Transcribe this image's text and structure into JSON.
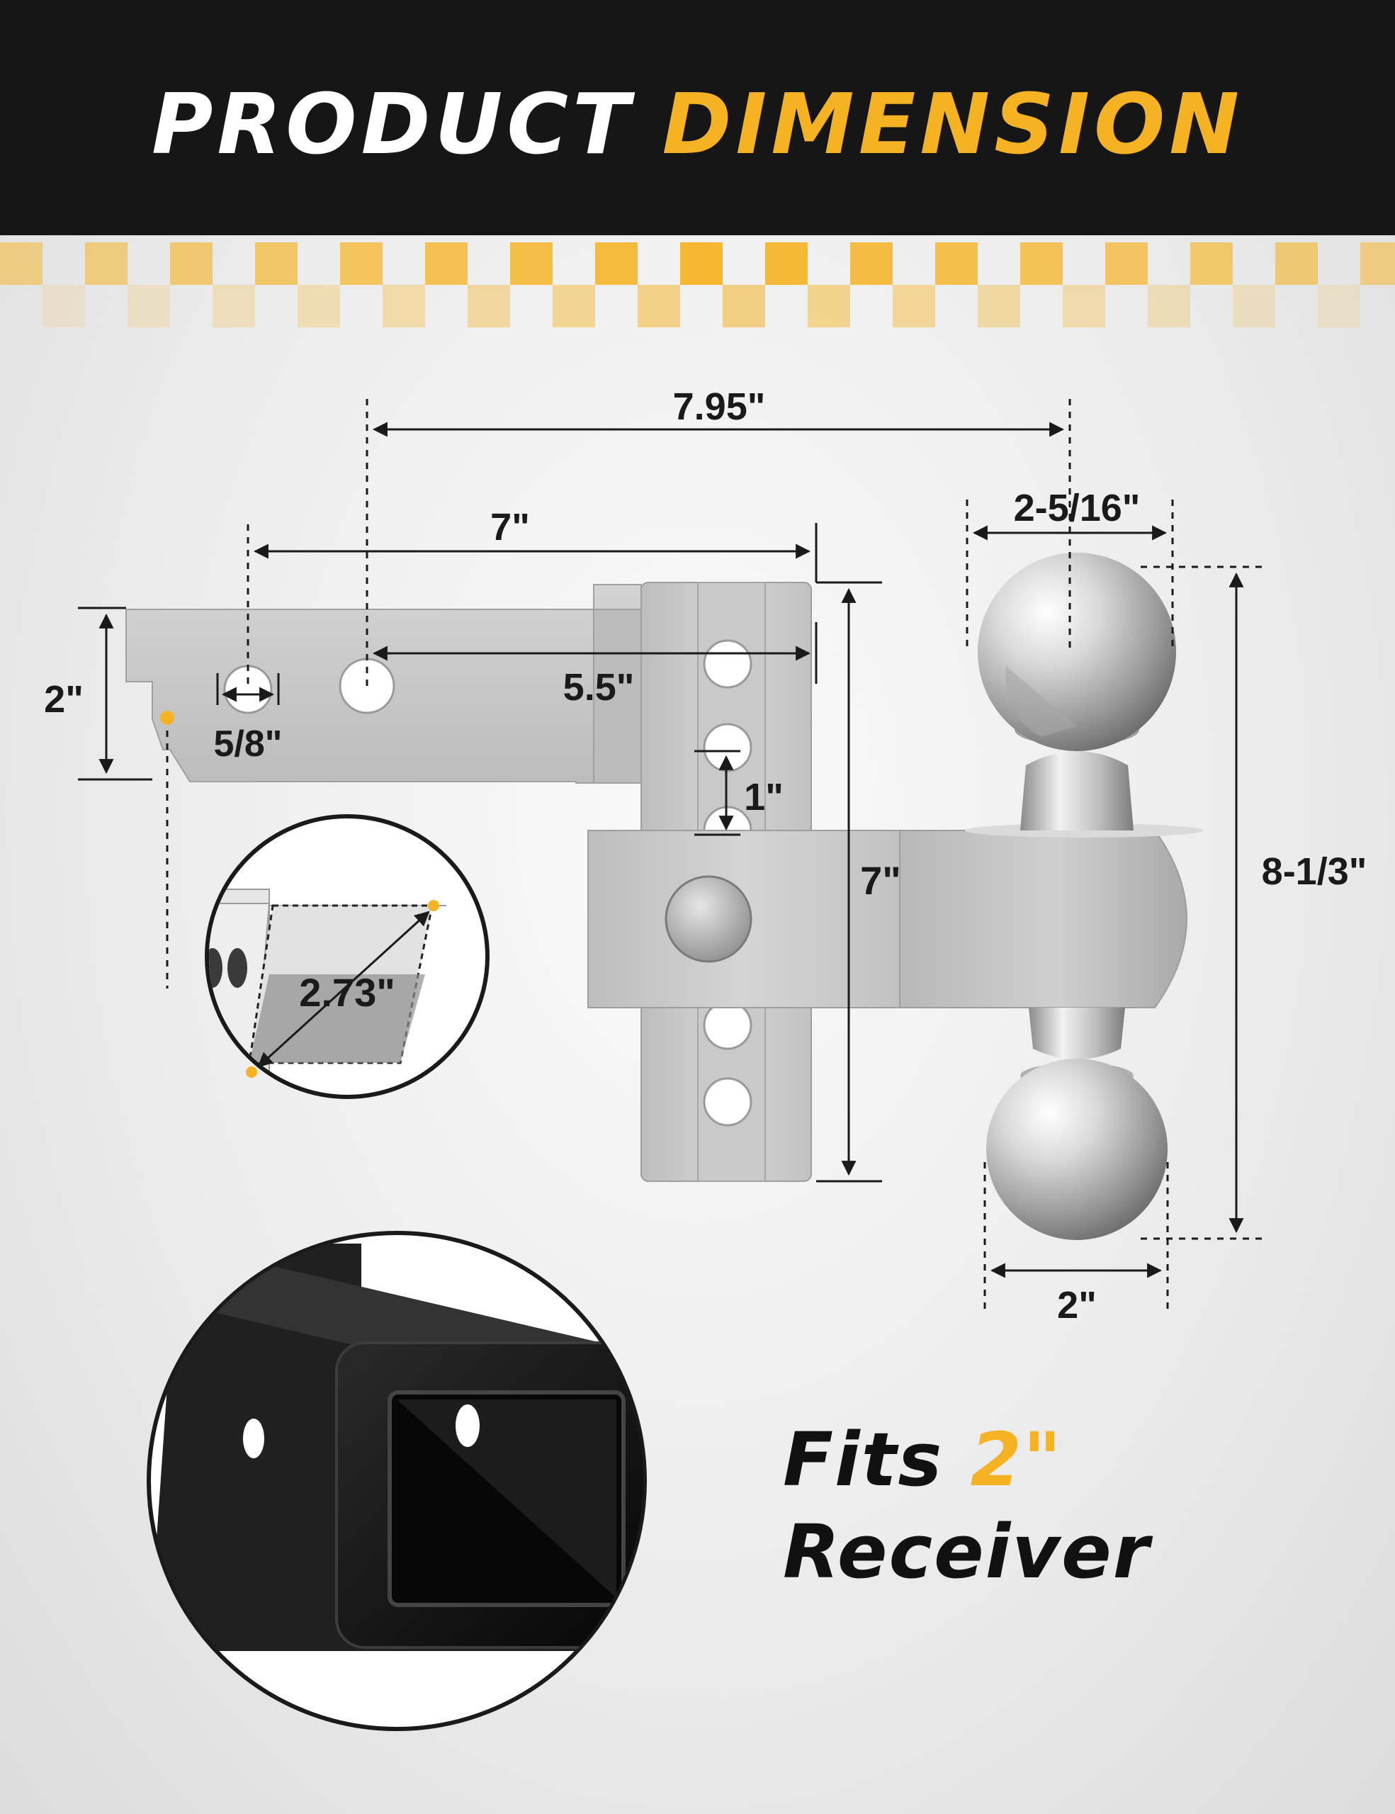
{
  "header": {
    "title_part1": "PRODUCT",
    "title_part2": "DIMENSION"
  },
  "dimensions": {
    "overall_length": "7.95\"",
    "shank_to_plate": "7\"",
    "shank_height": "2\"",
    "pin_hole": "5/8\"",
    "hole_to_plate": "5.5\"",
    "hole_spacing": "1\"",
    "plate_height": "7\"",
    "large_ball": "2-5/16\"",
    "small_ball": "2\"",
    "ball_span": "8-1/3\"",
    "shank_diagonal": "2.73\""
  },
  "callout": {
    "line1_prefix": "Fits",
    "line1_accent": "2\"",
    "line2": "Receiver"
  },
  "colors": {
    "header_bg": "#161616",
    "accent": "#f5b323",
    "metal": "#c8c8c8",
    "receiver": "#0d0d0d"
  }
}
